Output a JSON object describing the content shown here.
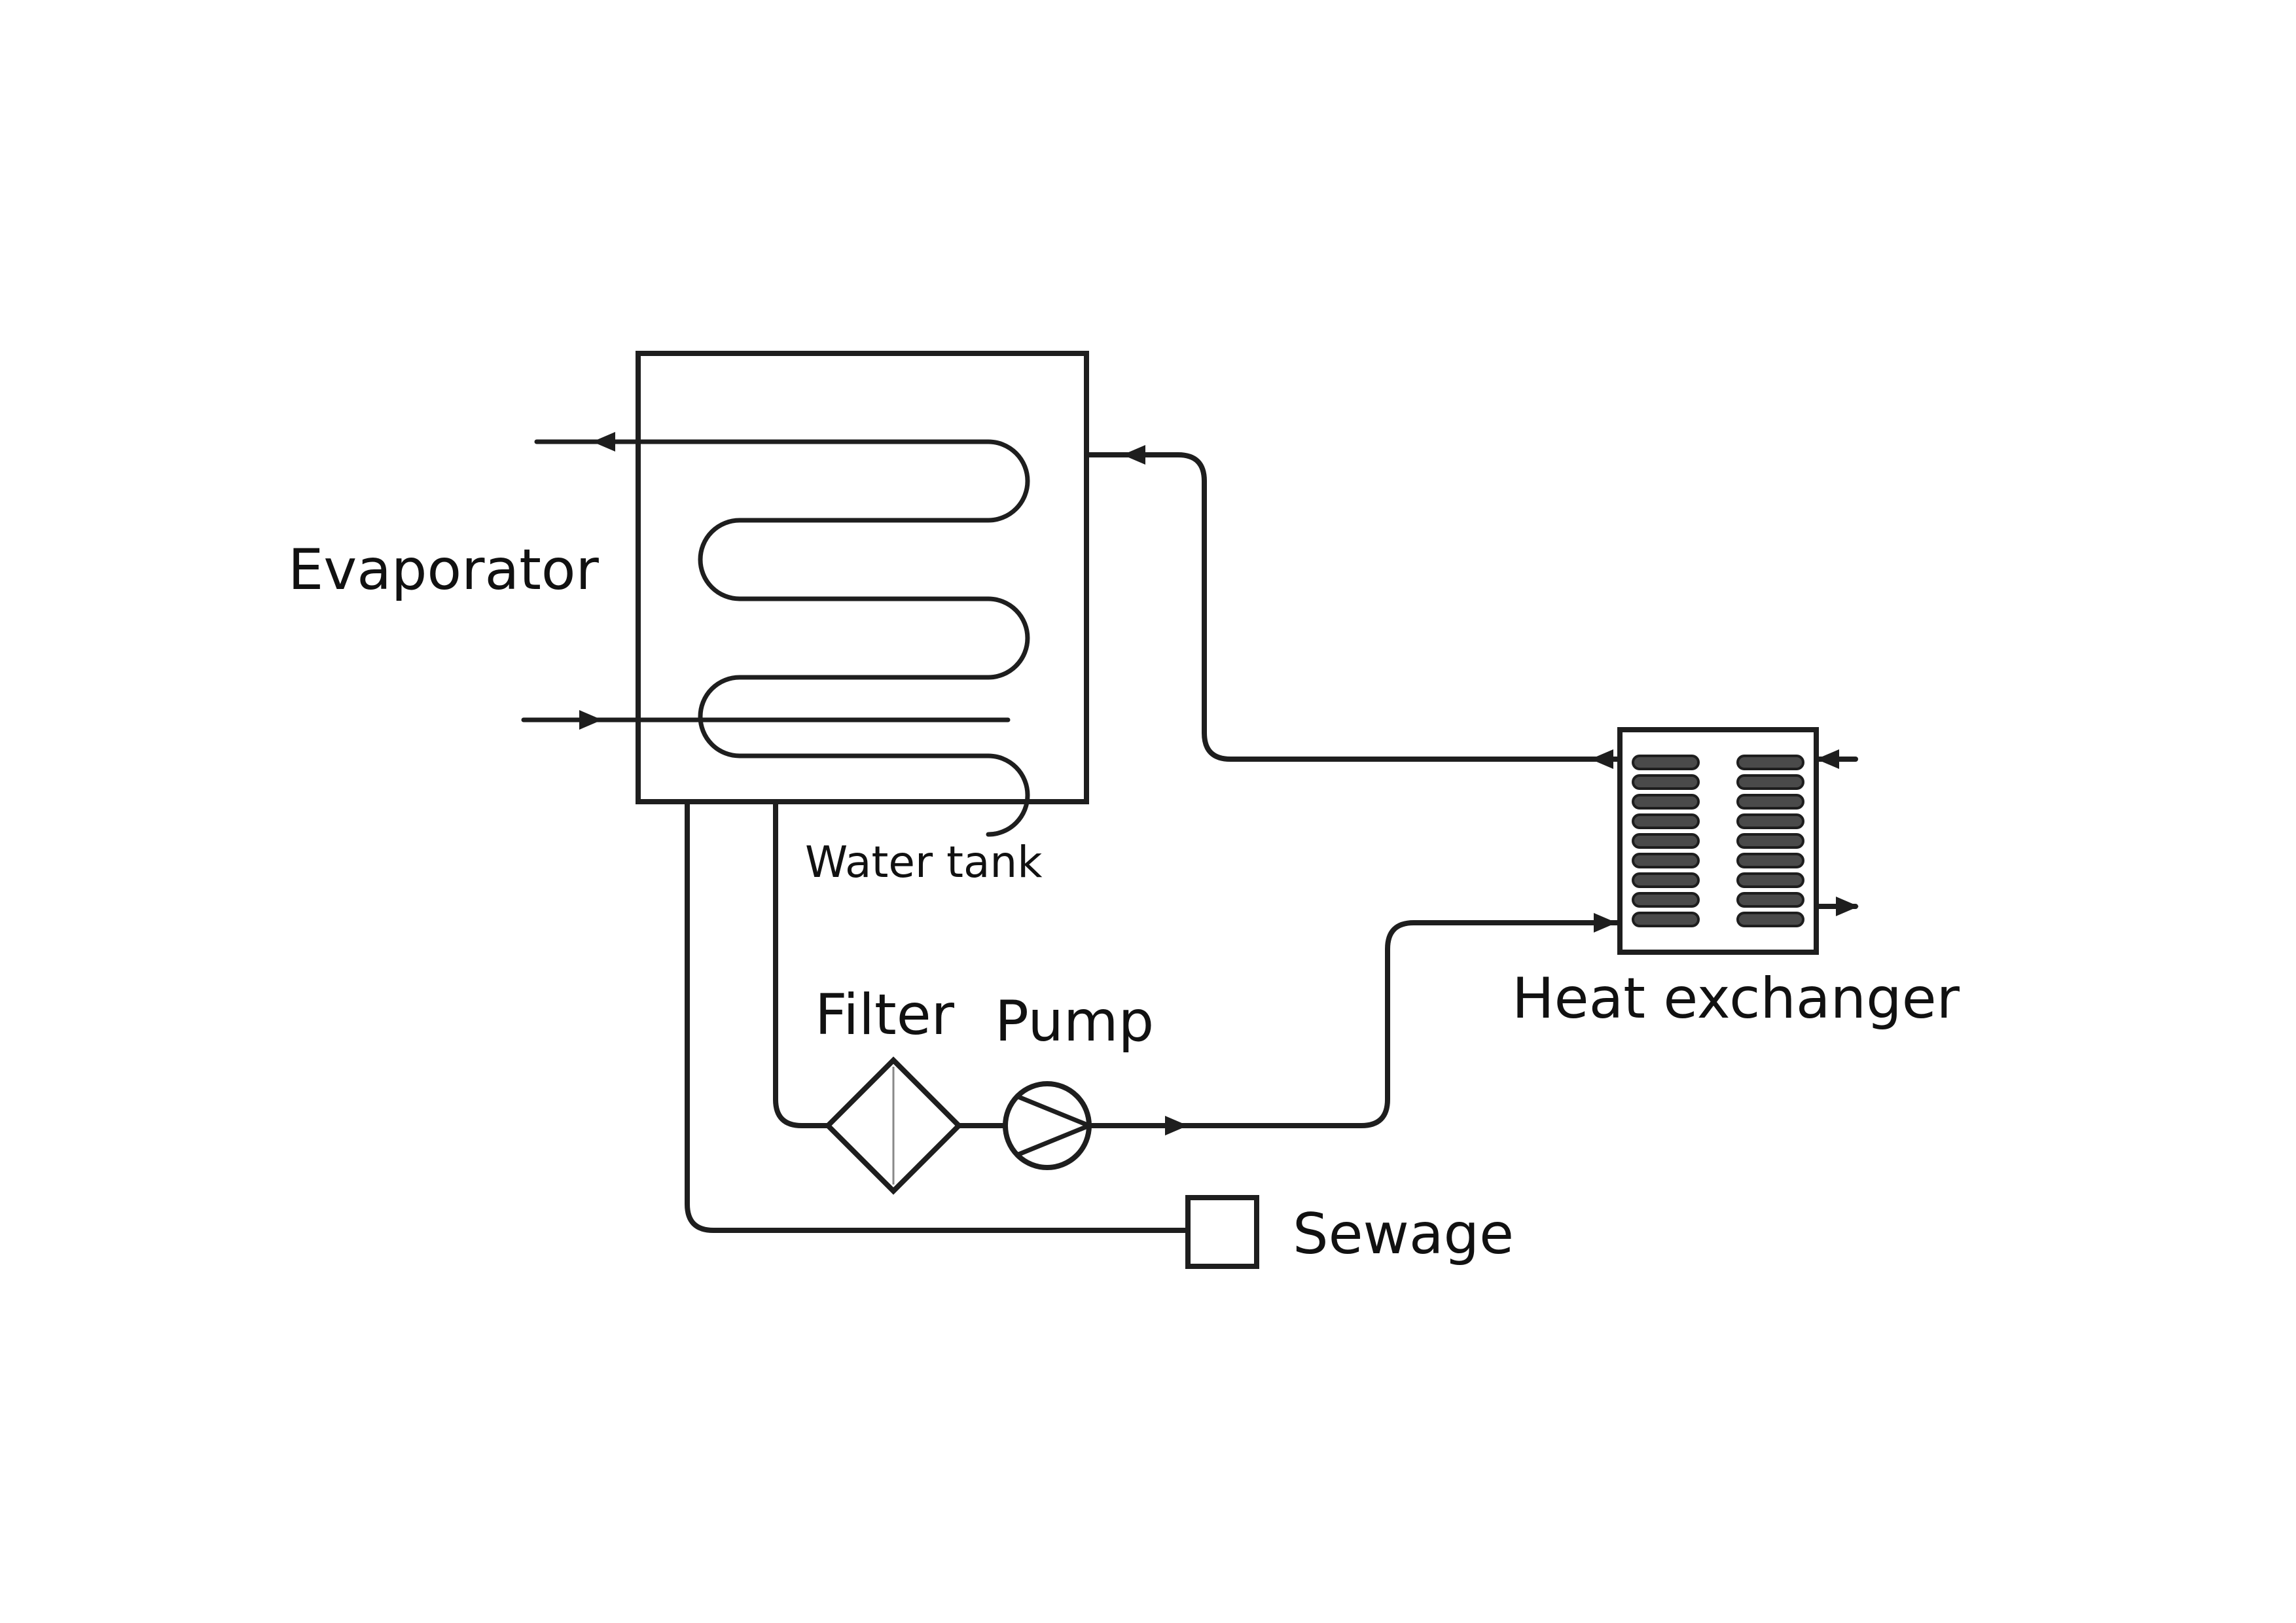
{
  "labels": {
    "evaporator": "Evaporator",
    "water_tank": "Water tank",
    "filter": "Filter",
    "pump": "Pump",
    "heat_exchanger": "Heat exchanger",
    "sewage": "Sewage"
  },
  "colors": {
    "line": "#1e1e1e",
    "plate": "#4a4a4a",
    "background": "#ffffff"
  }
}
